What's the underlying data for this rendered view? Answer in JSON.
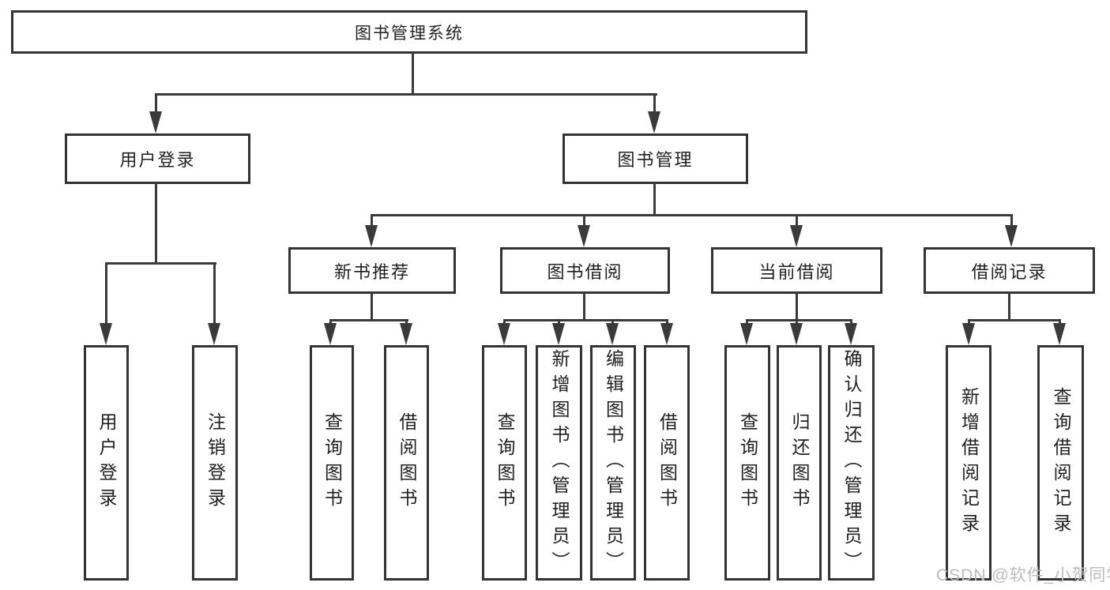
{
  "diagram": {
    "type": "tree",
    "title": "图书管理系统",
    "colors": {
      "line": "#3a3a3a",
      "box_border": "#333333",
      "box_fill": "#ffffff",
      "text": "#1f1f1f",
      "watermark": "#bcbcbc",
      "background": "#ffffff"
    },
    "nodes": {
      "root": "图书管理系统",
      "user_login": "用户登录",
      "book_mgmt": "图书管理",
      "new_book_rec": "新书推荐",
      "book_borrow": "图书借阅",
      "current_borrow": "当前借阅",
      "borrow_records": "借阅记录",
      "ul_user_login": "用户登录",
      "ul_logout": "注销登录",
      "nb_query_books": "查询图书",
      "nb_borrow_books": "借阅图书",
      "bb_query_books": "查询图书",
      "bb_add_books": "新增图书（管理员）",
      "bb_edit_books": "编辑图书（管理员）",
      "bb_borrow_books": "借阅图书",
      "cb_query_books": "查询图书",
      "cb_return_books": "归还图书",
      "cb_confirm_return": "确认归还（管理员）",
      "br_add_record": "新增借阅记录",
      "br_query_record": "查询借阅记录"
    },
    "edges": [
      [
        "root",
        "user_login"
      ],
      [
        "root",
        "book_mgmt"
      ],
      [
        "user_login",
        "ul_user_login"
      ],
      [
        "user_login",
        "ul_logout"
      ],
      [
        "book_mgmt",
        "new_book_rec"
      ],
      [
        "book_mgmt",
        "book_borrow"
      ],
      [
        "book_mgmt",
        "current_borrow"
      ],
      [
        "book_mgmt",
        "borrow_records"
      ],
      [
        "new_book_rec",
        "nb_query_books"
      ],
      [
        "new_book_rec",
        "nb_borrow_books"
      ],
      [
        "book_borrow",
        "bb_query_books"
      ],
      [
        "book_borrow",
        "bb_add_books"
      ],
      [
        "book_borrow",
        "bb_edit_books"
      ],
      [
        "book_borrow",
        "bb_borrow_books"
      ],
      [
        "current_borrow",
        "cb_query_books"
      ],
      [
        "current_borrow",
        "cb_return_books"
      ],
      [
        "current_borrow",
        "cb_confirm_return"
      ],
      [
        "borrow_records",
        "br_add_record"
      ],
      [
        "borrow_records",
        "br_query_record"
      ]
    ],
    "watermark": "CSDN @软件_小贺同学"
  }
}
